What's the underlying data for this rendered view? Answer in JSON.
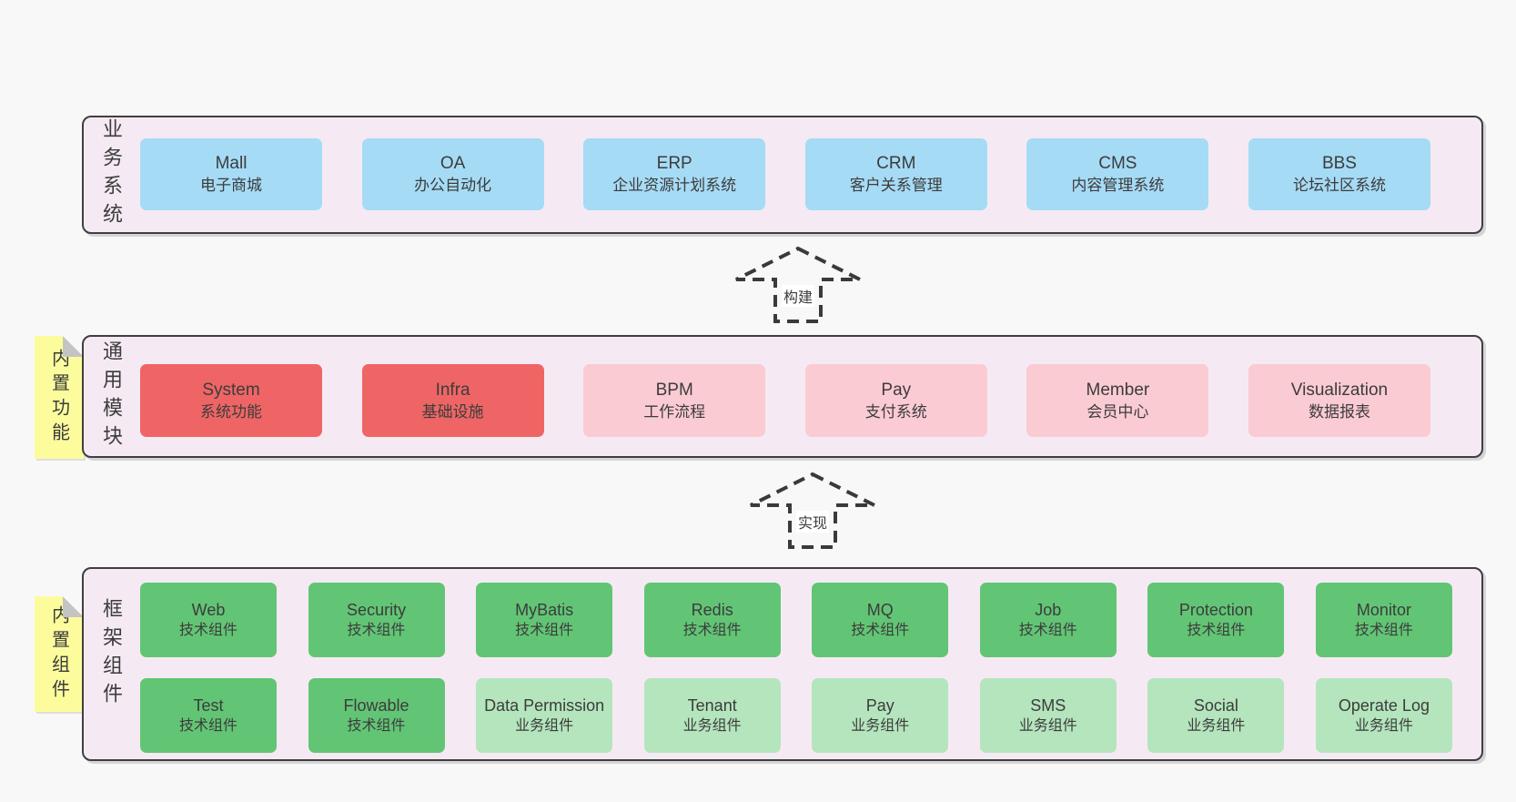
{
  "colors": {
    "page_bg": "#f8f8f8",
    "panel_bg": "#f5eaf3",
    "panel_border": "#3f3f3f",
    "text": "#3c3c3c",
    "blue": "#a6dbf5",
    "red": "#ef6565",
    "pink": "#fbcbd4",
    "green": "#62c575",
    "green_light": "#b4e5bd",
    "yellow": "#fcfc9d",
    "fold": "#c4c4c4",
    "arrow": "#3a3a3a"
  },
  "layers": [
    {
      "title": "业务系统",
      "rows": [
        [
          {
            "name": "Mall",
            "subtitle": "电子商城"
          },
          {
            "name": "OA",
            "subtitle": "办公自动化"
          },
          {
            "name": "ERP",
            "subtitle": "企业资源计划系统"
          },
          {
            "name": "CRM",
            "subtitle": "客户关系管理"
          },
          {
            "name": "CMS",
            "subtitle": "内容管理系统"
          },
          {
            "name": "BBS",
            "subtitle": "论坛社区系统"
          }
        ]
      ]
    },
    {
      "title": "通用模块",
      "note": "内置功能",
      "rows": [
        [
          {
            "name": "System",
            "subtitle": "系统功能"
          },
          {
            "name": "Infra",
            "subtitle": "基础设施"
          },
          {
            "name": "BPM",
            "subtitle": "工作流程"
          },
          {
            "name": "Pay",
            "subtitle": "支付系统"
          },
          {
            "name": "Member",
            "subtitle": "会员中心"
          },
          {
            "name": "Visualization",
            "subtitle": "数据报表"
          }
        ]
      ]
    },
    {
      "title": "框架组件",
      "note": "内置组件",
      "rows": [
        [
          {
            "name": "Web",
            "subtitle": "技术组件"
          },
          {
            "name": "Security",
            "subtitle": "技术组件"
          },
          {
            "name": "MyBatis",
            "subtitle": "技术组件"
          },
          {
            "name": "Redis",
            "subtitle": "技术组件"
          },
          {
            "name": "MQ",
            "subtitle": "技术组件"
          },
          {
            "name": "Job",
            "subtitle": "技术组件"
          },
          {
            "name": "Protection",
            "subtitle": "技术组件"
          },
          {
            "name": "Monitor",
            "subtitle": "技术组件"
          }
        ],
        [
          {
            "name": "Test",
            "subtitle": "技术组件"
          },
          {
            "name": "Flowable",
            "subtitle": "技术组件"
          },
          {
            "name": "Data Permission",
            "subtitle": "业务组件"
          },
          {
            "name": "Tenant",
            "subtitle": "业务组件"
          },
          {
            "name": "Pay",
            "subtitle": "业务组件"
          },
          {
            "name": "SMS",
            "subtitle": "业务组件"
          },
          {
            "name": "Social",
            "subtitle": "业务组件"
          },
          {
            "name": "Operate Log",
            "subtitle": "业务组件"
          }
        ]
      ]
    }
  ],
  "arrows": [
    {
      "label": "构建"
    },
    {
      "label": "实现"
    }
  ]
}
